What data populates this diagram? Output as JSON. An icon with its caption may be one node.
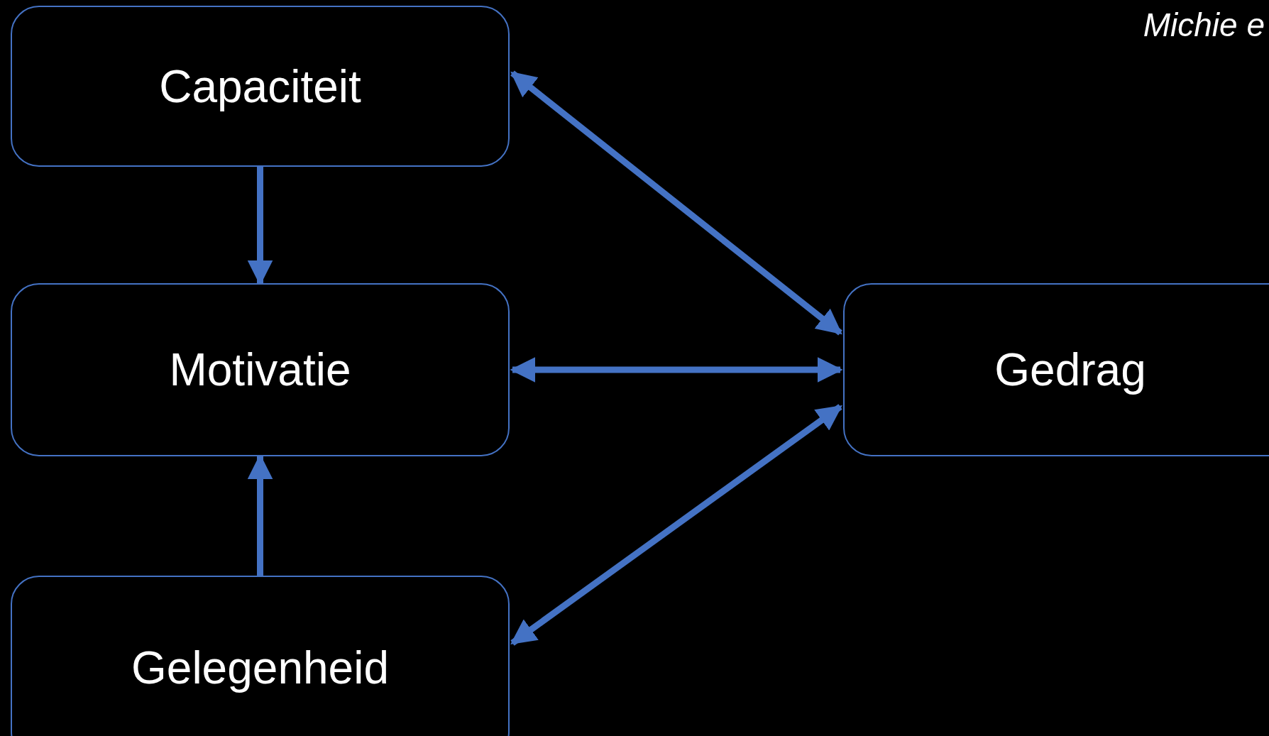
{
  "diagram": {
    "nodes": [
      {
        "text": [
          "Capaciteit"
        ]
      },
      {
        "text": [
          "Motivatie"
        ]
      },
      {
        "text": [
          "Gelegenheid"
        ]
      },
      {
        "text": [
          "Gedrag"
        ]
      }
    ],
    "edges": [
      {
        "from": 0,
        "to": 1,
        "arrow": "to"
      },
      {
        "from": 2,
        "to": 1,
        "arrow": "to"
      },
      {
        "from": 0,
        "to": 3,
        "arrow": "both"
      },
      {
        "from": 1,
        "to": 3,
        "arrow": "both"
      },
      {
        "from": 2,
        "to": 3,
        "arrow": "both"
      }
    ],
    "labels": [
      "Michie e"
    ]
  }
}
